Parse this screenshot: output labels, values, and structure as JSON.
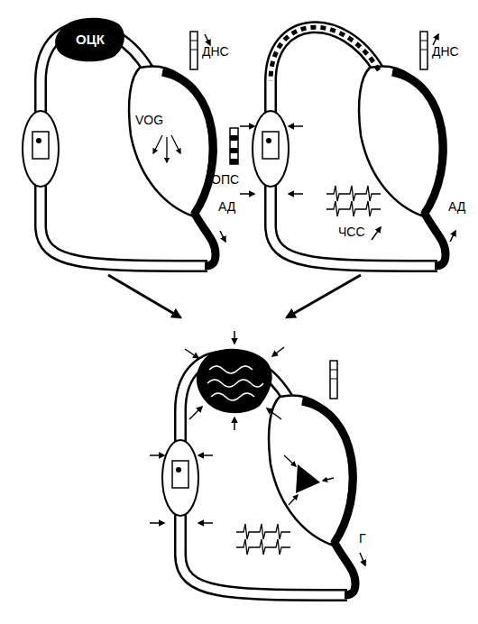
{
  "diagram": {
    "nodes": [
      {
        "text": [
          "ОЦК"
        ]
      }
    ],
    "labels": [
      "ДНС",
      "VOG",
      "АД",
      "ДНС",
      "ОПС",
      "ЧСС",
      "АД",
      "Г"
    ]
  }
}
